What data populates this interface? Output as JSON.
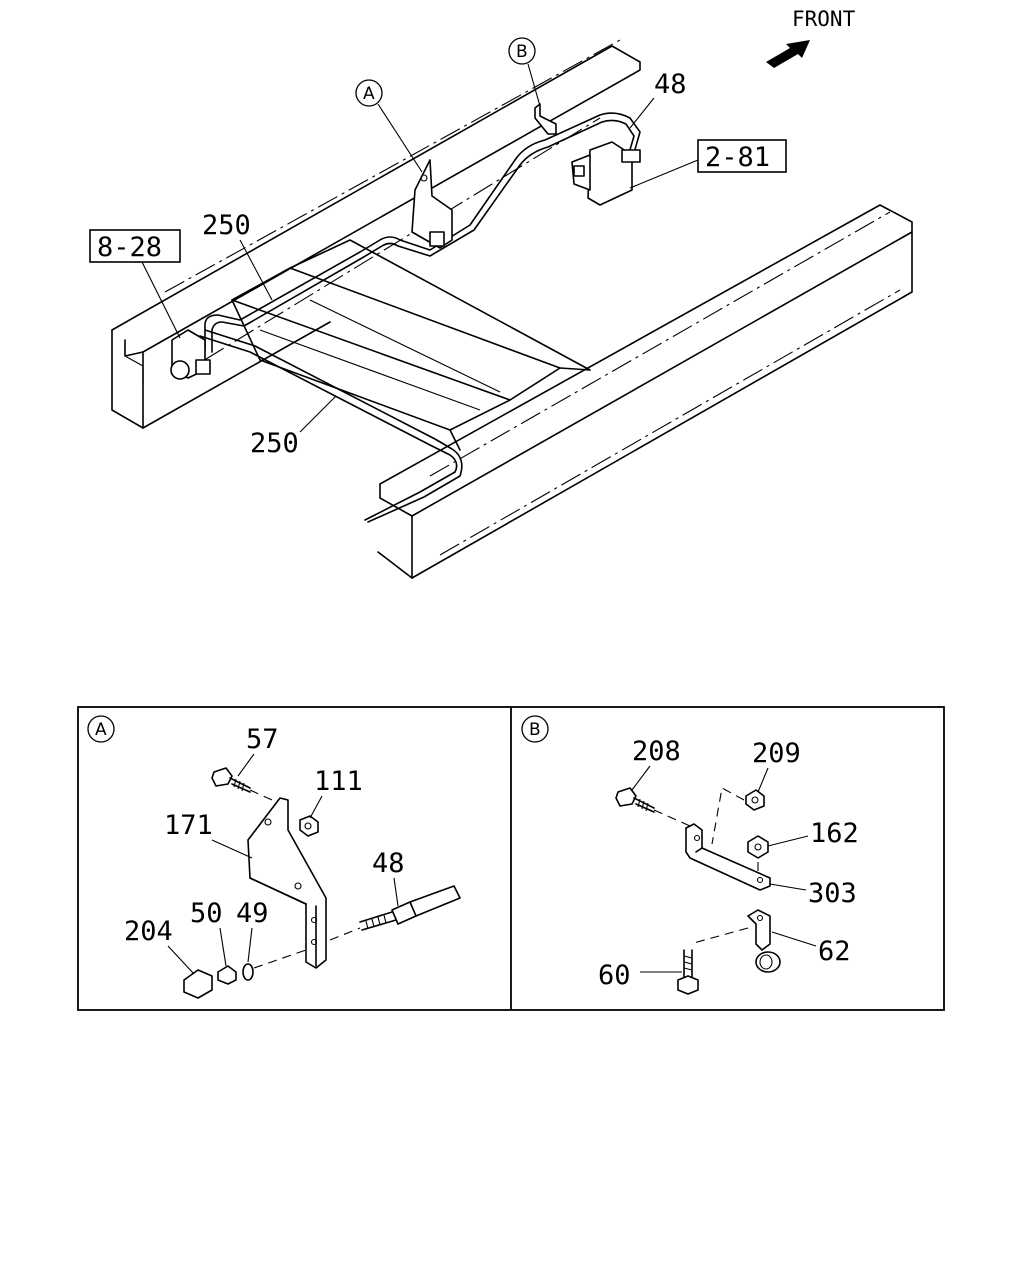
{
  "orientation": {
    "label": "FRONT"
  },
  "references": [
    {
      "id": "ref_2_81",
      "text": "2-81"
    },
    {
      "id": "ref_8_28",
      "text": "8-28"
    }
  ],
  "detail_markers": {
    "a": "A",
    "b": "B"
  },
  "main_callouts": {
    "c48": "48",
    "c250_upper": "250",
    "c250_lower": "250"
  },
  "detail_a": {
    "marker": "A",
    "callouts": {
      "c57": "57",
      "c111": "111",
      "c171": "171",
      "c48": "48",
      "c204": "204",
      "c50": "50",
      "c49": "49"
    }
  },
  "detail_b": {
    "marker": "B",
    "callouts": {
      "c208": "208",
      "c209": "209",
      "c162": "162",
      "c303": "303",
      "c62": "62",
      "c60": "60"
    }
  }
}
